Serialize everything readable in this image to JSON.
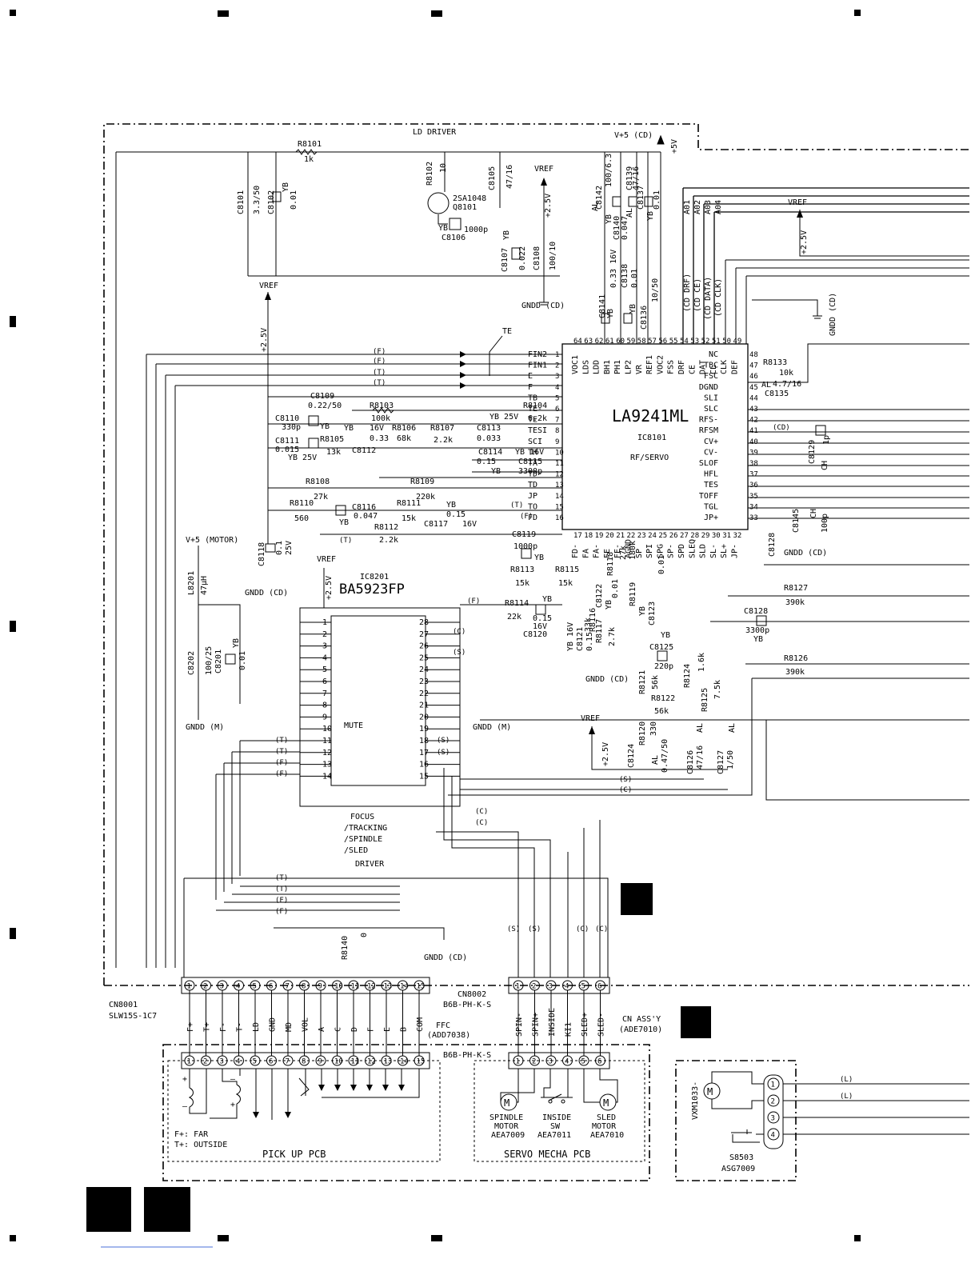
{
  "blocks": {
    "ld_driver": "LD DRIVER",
    "v5cd": "V+5 (CD)",
    "v5": "+5V",
    "v5motor": "V+5 (MOTOR)",
    "vref": "VREF",
    "plus25": "+2.5V",
    "gndd_cd": "GNDD (CD)",
    "gndd_m": "GNDD (M)",
    "te": "TE",
    "mute": "MUTE"
  },
  "ic8101": {
    "part": "LA9241ML",
    "ref": "IC8101",
    "func": "RF/SERVO",
    "left_pins": [
      {
        "n": "1",
        "name": "FIN2"
      },
      {
        "n": "2",
        "name": "FIN1"
      },
      {
        "n": "3",
        "name": "E"
      },
      {
        "n": "4",
        "name": "F"
      },
      {
        "n": "5",
        "name": "TB"
      },
      {
        "n": "6",
        "name": "TE-"
      },
      {
        "n": "7",
        "name": "TE"
      },
      {
        "n": "8",
        "name": "TESI"
      },
      {
        "n": "9",
        "name": "SCI"
      },
      {
        "n": "10",
        "name": "TH"
      },
      {
        "n": "11",
        "name": "TA"
      },
      {
        "n": "12",
        "name": "TD-"
      },
      {
        "n": "13",
        "name": "TD"
      },
      {
        "n": "14",
        "name": "JP"
      },
      {
        "n": "15",
        "name": "TO"
      },
      {
        "n": "16",
        "name": "FD"
      }
    ],
    "right_pins": [
      {
        "n": "48",
        "name": "NC"
      },
      {
        "n": "47",
        "name": "TBC"
      },
      {
        "n": "46",
        "name": "FSC"
      },
      {
        "n": "45",
        "name": "DGND"
      },
      {
        "n": "44",
        "name": "SLI"
      },
      {
        "n": "43",
        "name": "SLC"
      },
      {
        "n": "42",
        "name": "RFS-"
      },
      {
        "n": "41",
        "name": "RFSM"
      },
      {
        "n": "40",
        "name": "CV+"
      },
      {
        "n": "39",
        "name": "CV-"
      },
      {
        "n": "38",
        "name": "SLOF"
      },
      {
        "n": "37",
        "name": "HFL"
      },
      {
        "n": "36",
        "name": "TES"
      },
      {
        "n": "35",
        "name": "TOFF"
      },
      {
        "n": "34",
        "name": "TGL"
      },
      {
        "n": "33",
        "name": "JP+"
      }
    ],
    "top_pins": [
      {
        "n": "64",
        "name": "VOC1"
      },
      {
        "n": "63",
        "name": "LDS"
      },
      {
        "n": "62",
        "name": "LDD"
      },
      {
        "n": "61",
        "name": "BH1"
      },
      {
        "n": "60",
        "name": "PH1"
      },
      {
        "n": "59",
        "name": "LP2"
      },
      {
        "n": "58",
        "name": "VR"
      },
      {
        "n": "57",
        "name": "REF1"
      },
      {
        "n": "56",
        "name": "VOC2"
      },
      {
        "n": "55",
        "name": "FSS"
      },
      {
        "n": "54",
        "name": "DRF"
      },
      {
        "n": "53",
        "name": "CE"
      },
      {
        "n": "52",
        "name": "DAT"
      },
      {
        "n": "51",
        "name": "CL"
      },
      {
        "n": "50",
        "name": "CLK"
      },
      {
        "n": "49",
        "name": "DEF"
      }
    ],
    "bottom_pins": [
      {
        "n": "17",
        "name": "FD-"
      },
      {
        "n": "18",
        "name": "FA"
      },
      {
        "n": "19",
        "name": "FA-"
      },
      {
        "n": "20",
        "name": "FE"
      },
      {
        "n": "21",
        "name": "FE-"
      },
      {
        "n": "22",
        "name": "AGND"
      },
      {
        "n": "23",
        "name": "SP"
      },
      {
        "n": "24",
        "name": "SPI"
      },
      {
        "n": "25",
        "name": "SPG"
      },
      {
        "n": "26",
        "name": "SP-"
      },
      {
        "n": "27",
        "name": "SPD"
      },
      {
        "n": "28",
        "name": "SLEQ"
      },
      {
        "n": "29",
        "name": "SLD"
      },
      {
        "n": "30",
        "name": "SL-"
      },
      {
        "n": "31",
        "name": "SL+"
      },
      {
        "n": "32",
        "name": "JP-"
      }
    ]
  },
  "ic8201": {
    "ref": "IC8201",
    "part": "BA5923FP",
    "desc": [
      "FOCUS",
      "/TRACKING",
      "/SPINDLE",
      "/SLED",
      "DRIVER"
    ]
  },
  "bus_labels": [
    "A01",
    "A02",
    "A03",
    "A04",
    "(CD DRF)",
    "(CD CE)",
    "(CD DATA)",
    "(CD CLK)"
  ],
  "components": {
    "R8101": "R8101",
    "R8101v": "1k",
    "C8101": "C8101",
    "C8101v": "3.3/50",
    "C8102": "C8102",
    "C8102v": "0.01",
    "R8102": "R8102",
    "R8102v": "10",
    "Q8101": "Q8101",
    "Q8101p": "2SA1048",
    "C8105": "C8105",
    "C8105v": "47/16",
    "C8106": "C8106",
    "C8106v": "1000p",
    "C8107": "C8107",
    "C8107v": "0.022",
    "C8108": "C8108",
    "C8108v": "100/10",
    "C8142": "C8142",
    "C8142v": "100/6.3",
    "C8140": "C8140",
    "C8140v": "0.047",
    "C8139": "C8139",
    "C8139v": "47/16",
    "C8137": "C8137",
    "C8137v": "0.01",
    "C8141": "C8141",
    "C8141v": "0.33 16V",
    "C8138": "C8138",
    "C8138v": "0.01",
    "C8136": "C8136",
    "C8136v": "10/50",
    "C8109": "C8109",
    "C8109v": "0.22/50",
    "R8103": "R8103",
    "R8103v": "100k",
    "R8104": "R8104",
    "R8104v": "6.2k",
    "C8110": "C8110",
    "C8110v": "330p",
    "R8106": "R8106",
    "R8106v": "68k",
    "R8107": "R8107",
    "R8107v": "2.2k",
    "C8113": "C8113",
    "C8113v": "0.033",
    "C8111": "C8111",
    "C8111v": "0.015",
    "R8105": "R8105",
    "R8105v": "13k",
    "C8112": "C8112",
    "C8112v": "0.33",
    "C8114": "C8114",
    "C8114v": "0.15",
    "C8115": "C8115",
    "C8115v": "3300p",
    "R8108": "R8108",
    "R8108v": "27k",
    "R8109": "R8109",
    "R8109v": "220k",
    "R8110": "R8110",
    "R8110v": "560",
    "C8116": "C8116",
    "C8116v": "0.047",
    "R8111": "R8111",
    "R8111v": "15k",
    "C8117": "C8117",
    "C8117v": "0.15",
    "R8112": "R8112",
    "R8112v": "2.2k",
    "C8118": "C8118",
    "C8118v": "0.1",
    "C8119": "C8119",
    "C8119v": "1000p",
    "R8113": "R8113",
    "R8113v": "15k",
    "R8115": "R8115",
    "R8115v": "15k",
    "R8114": "R8114",
    "R8114v": "22k",
    "C8120": "C8120",
    "C8120v": "0.15",
    "C8122": "C8122",
    "C8122v": "0.01",
    "R8118": "R8118",
    "R8118v": "27k",
    "R8116": "R8116",
    "R8116v": "33k",
    "C8121": "C8121",
    "C8121v": "0.15",
    "R8117": "R8117",
    "R8117v": "2.7k",
    "R8119": "R8119",
    "R8119v": "180k",
    "C8123": "C8123",
    "C8123v": "0.01",
    "C8125": "C8125",
    "C8125v": "220p",
    "R8121": "R8121",
    "R8121v": "56k",
    "R8124": "R8124",
    "R8124v": "1.6k",
    "R8122": "R8122",
    "R8122v": "56k",
    "R8125": "R8125",
    "R8125v": "7.5k",
    "R8120": "R8120",
    "R8120v": "330",
    "C8124": "C8124",
    "C8124v": "0.47/50",
    "C8126": "C8126",
    "C8126v": "47/16",
    "C8127": "C8127",
    "C8127v": "1/50",
    "R8133": "R8133",
    "R8133v": "10k",
    "C8135": "C8135",
    "C8135v": "4.7/16",
    "C8129": "C8129",
    "C8129v": "1p",
    "C8145": "C8145",
    "C8145v": "100p",
    "R8127": "R8127",
    "R8127v": "390k",
    "C8128": "C8128",
    "C8128v": "3300p",
    "R8126": "R8126",
    "R8126v": "390k",
    "L8201": "L8201",
    "L8201v": "47µH",
    "C8202": "C8202",
    "C8202v": "100/25",
    "C8201": "C8201",
    "C8201v": "0.01",
    "R8140": "R8140",
    "R8140v": "0",
    "YB": "YB",
    "AL": "AL",
    "CH": "CH",
    "YB16V": "YB 16V",
    "YB25V": "YB 25V",
    "V25": "25V",
    "V16": "16V"
  },
  "cn8001": {
    "ref": "CN8001",
    "part": "SLW15S-1C7",
    "pins": [
      "F+",
      "T+",
      "F-",
      "T-",
      "LD",
      "GND",
      "MD",
      "VOL",
      "A",
      "C",
      "D",
      "F",
      "E",
      "B",
      "COM"
    ]
  },
  "cn8002": {
    "ref": "CN8002",
    "part": "B6B-PH-K-S",
    "pins": [
      "SPIN-",
      "SPIN+",
      "INSIDE",
      "KI1",
      "SLED+",
      "SLED-"
    ]
  },
  "ffc": {
    "label": "FFC",
    "part": "(ADD7038)"
  },
  "cn_assy": {
    "label": "CN ASS'Y",
    "part": "(ADE7010)"
  },
  "pickup": {
    "title": "PICK UP PCB",
    "note1": "F+: FAR",
    "note2": "T+: OUTSIDE"
  },
  "servo": {
    "title": "SERVO MECHA PCB",
    "conn": "B6B-PH-K-S",
    "spindle": [
      "SPINDLE",
      "MOTOR",
      "AEA7009"
    ],
    "inside": [
      "INSIDE",
      "SW",
      "AEA7011"
    ],
    "sled": [
      "SLED",
      "MOTOR",
      "AEA7010"
    ]
  },
  "loading": {
    "motor": "VXM1033-",
    "sw": "S8503",
    "swpart": "ASG7009",
    "pins": [
      "1",
      "2",
      "3",
      "4"
    ]
  },
  "signal_tags": {
    "F": "(F)",
    "T": "(T)",
    "C": "(C)",
    "S": "(S)",
    "L": "(L)",
    "CD": "(CD)"
  }
}
